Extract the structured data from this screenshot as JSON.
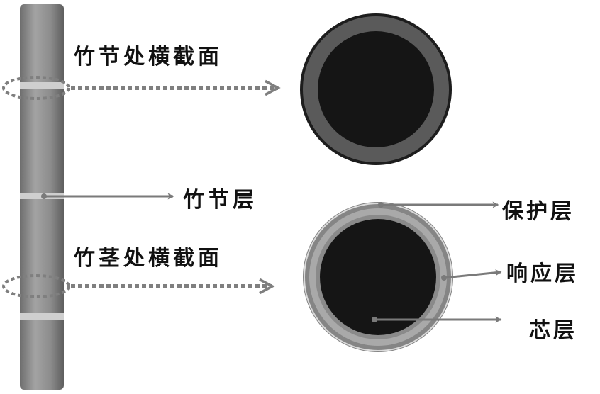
{
  "labels": {
    "node_cross_section": "竹节处横截面",
    "node_layer": "竹节层",
    "stem_cross_section": "竹茎处横截面",
    "protective_layer": "保护层",
    "response_layer": "响应层",
    "core_layer": "芯层"
  },
  "colors": {
    "rod": "#8f8f8f",
    "rod_band": "#c9c9c9",
    "ring_dark": "#5a5a5a",
    "core": "#151515",
    "ring_outer": "#858585",
    "ring_middle": "#a9a9a9",
    "arrow": "#7a7a7a",
    "dotted": "#7f7f7f"
  }
}
